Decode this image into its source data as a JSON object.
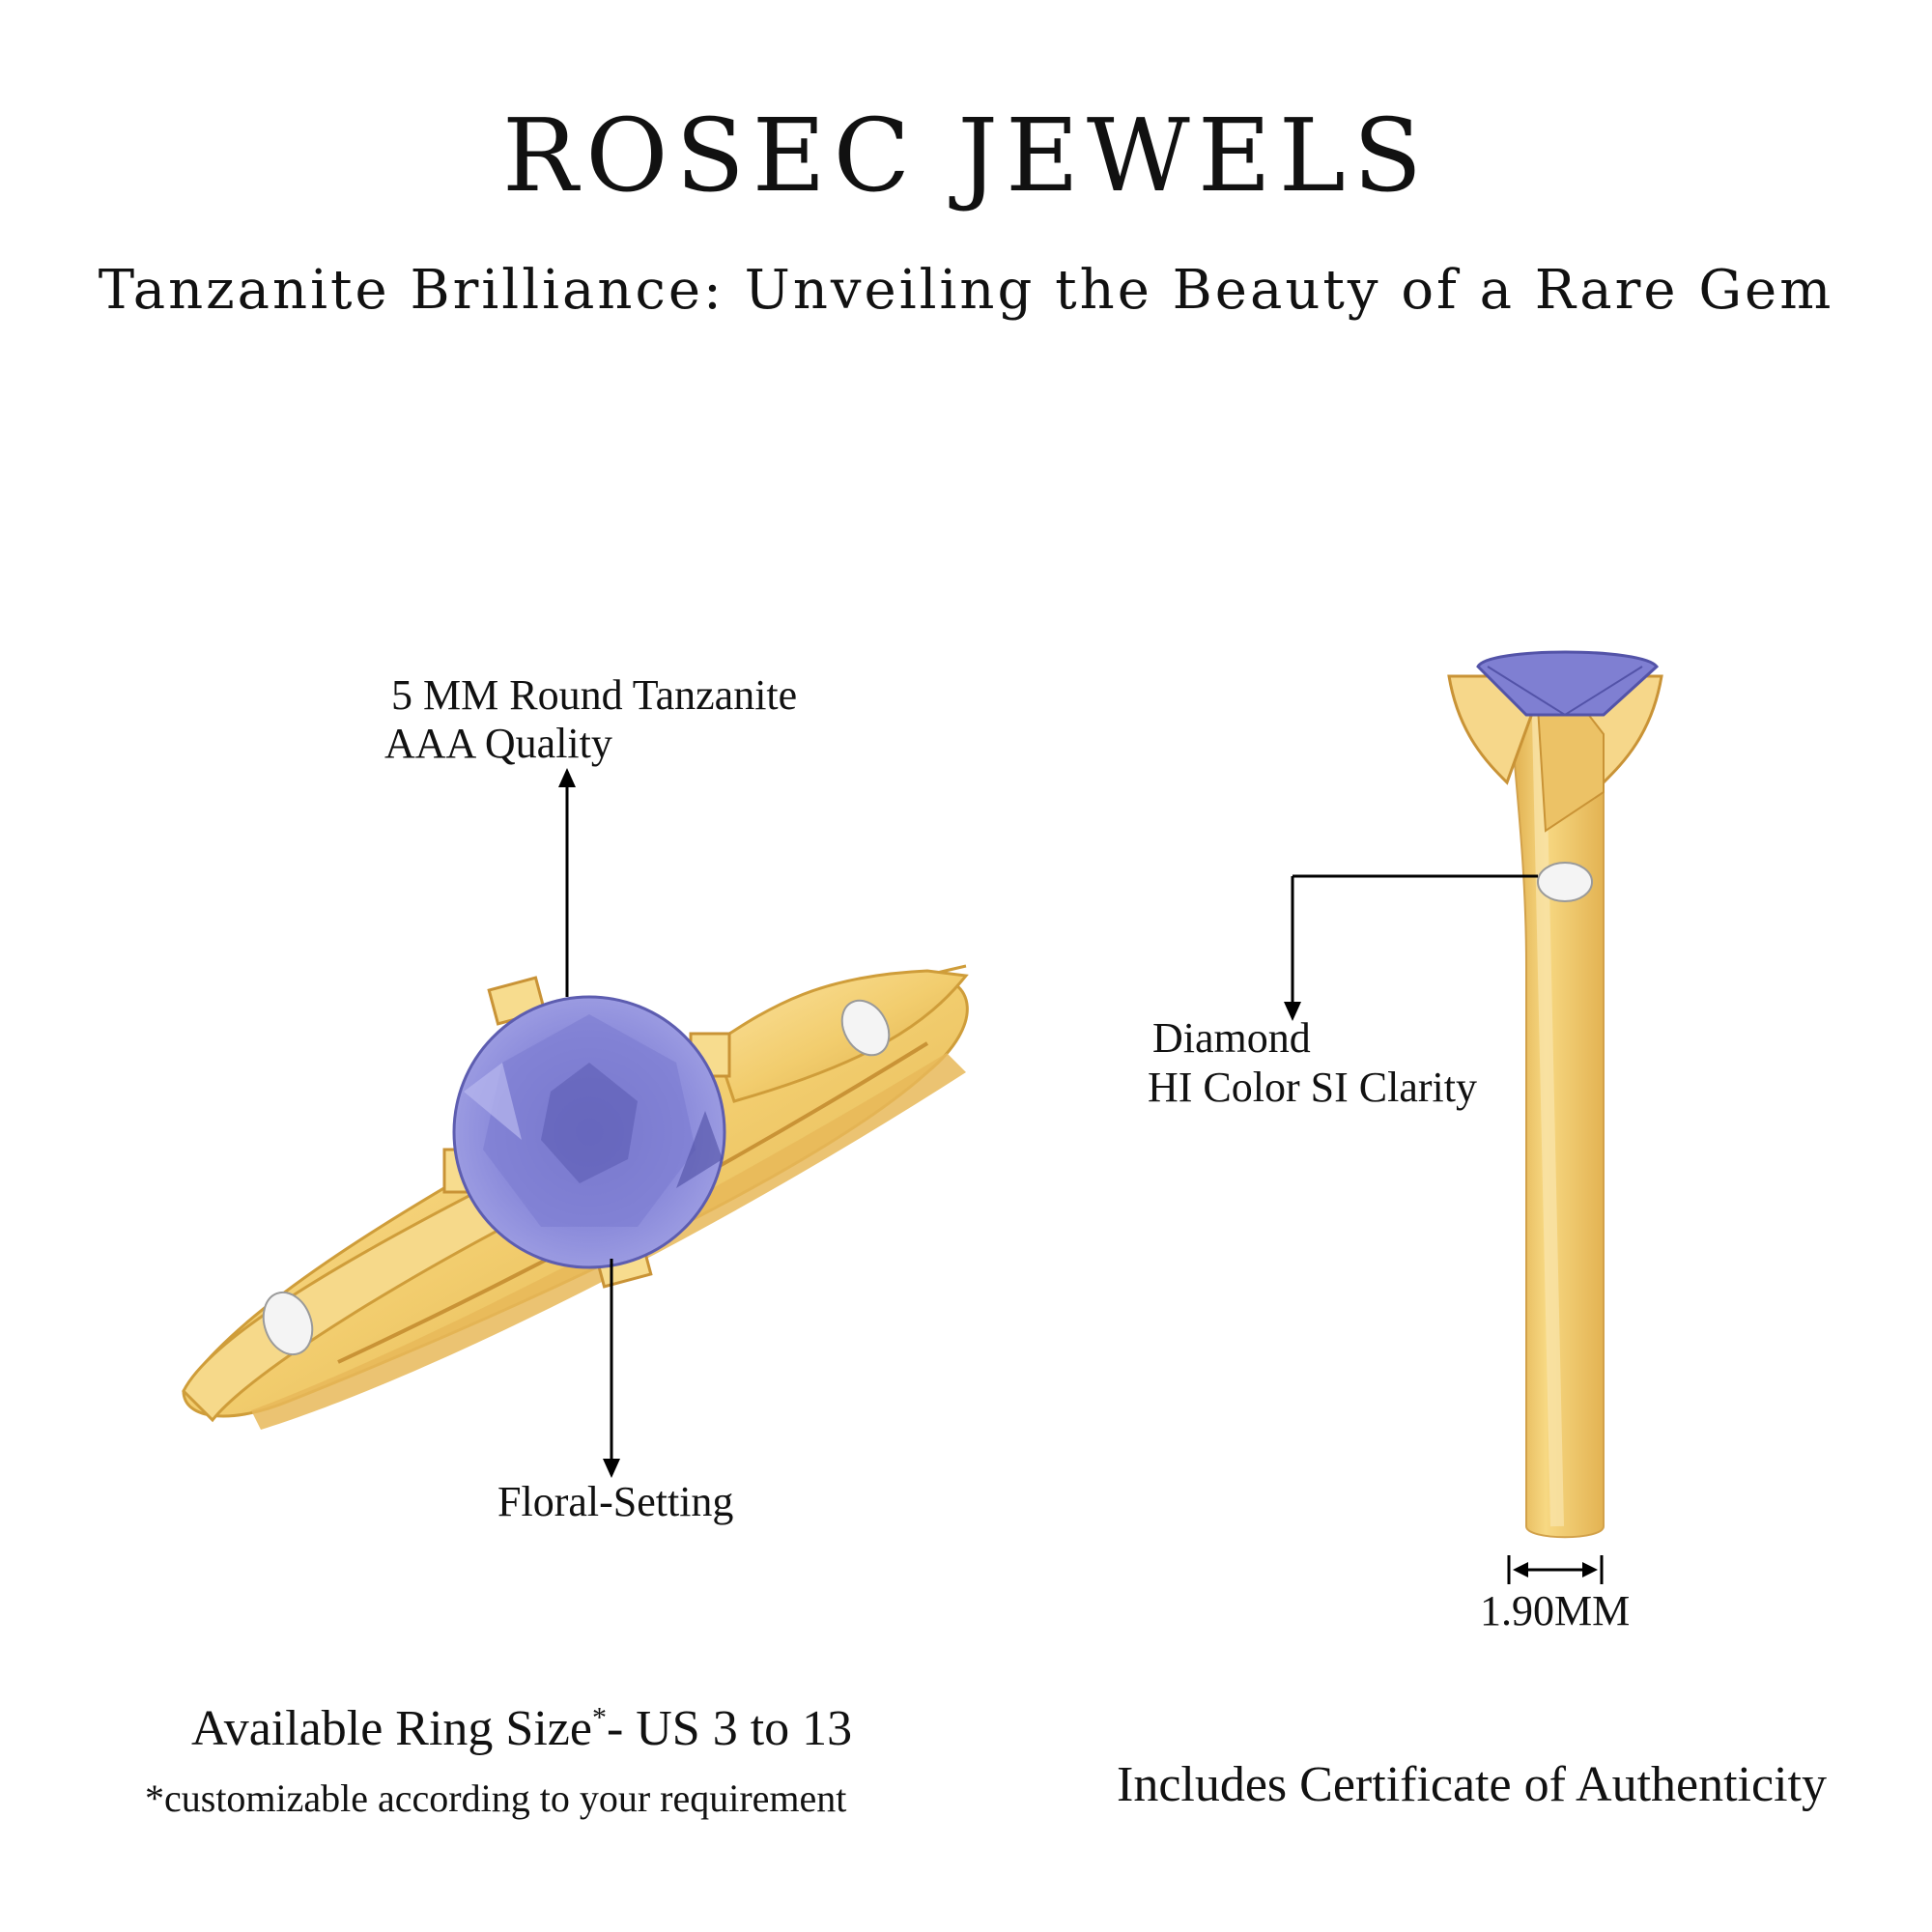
{
  "header": {
    "brand": "ROSEC JEWELS",
    "subtitle": "Tanzanite Brilliance: Unveiling the Beauty of a Rare Gem"
  },
  "callouts": {
    "gem_line1": "5 MM Round Tanzanite",
    "gem_line2": "AAA Quality",
    "setting": "Floral-Setting",
    "diamond_line1": "Diamond",
    "diamond_line2": "HI Color SI Clarity",
    "band_width": "1.90MM"
  },
  "footer": {
    "ring_size_label": "Available Ring Size",
    "ring_size_asterisk": "*",
    "ring_size_value": "- US 3 to 13",
    "customizable_note": "*customizable according to your requirement",
    "certificate": "Includes Certificate of Authenticity"
  },
  "colors": {
    "gold": "#f2cd6e",
    "gold_dark": "#d9a93e",
    "tanzanite": "#8585d6",
    "tanzanite_dark": "#5353a8",
    "diamond": "#f4f4f4"
  }
}
